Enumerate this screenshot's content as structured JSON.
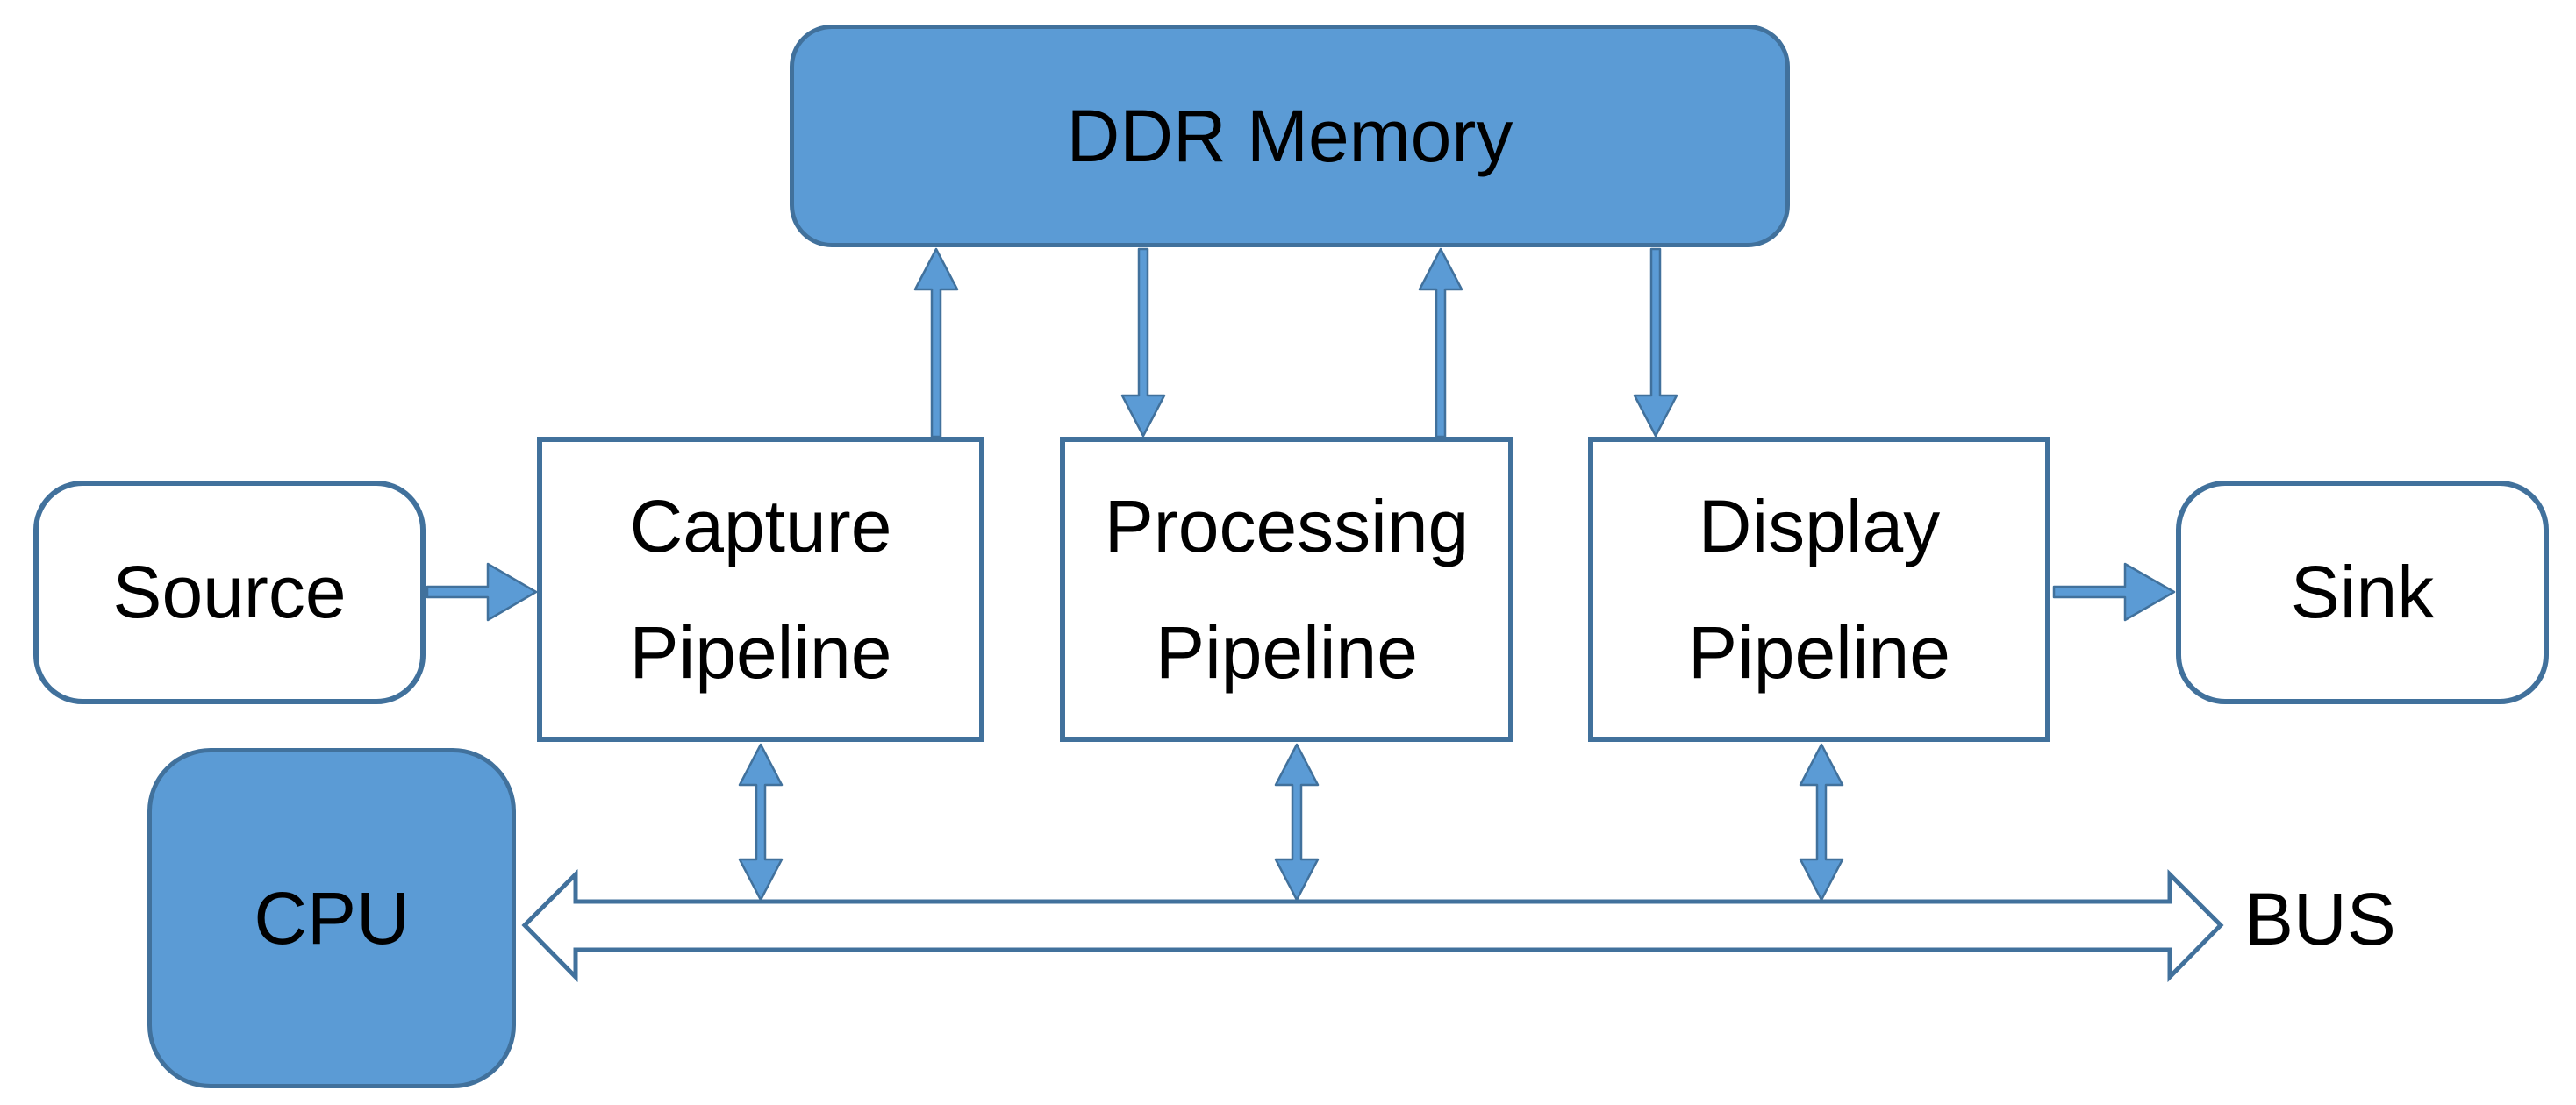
{
  "nodes": {
    "ddr": {
      "label": "DDR Memory"
    },
    "source": {
      "label": "Source"
    },
    "capture": {
      "lines": [
        "Capture",
        "Pipeline"
      ]
    },
    "processing": {
      "lines": [
        "Processing",
        "Pipeline"
      ]
    },
    "display": {
      "lines": [
        "Display",
        "Pipeline"
      ]
    },
    "sink": {
      "label": "Sink"
    },
    "cpu": {
      "label": "CPU"
    }
  },
  "bus": {
    "label": "BUS"
  },
  "connections": [
    {
      "from": "Source",
      "to": "Capture Pipeline",
      "style": "solid-arrow",
      "direction": "one-way"
    },
    {
      "from": "Capture Pipeline",
      "to": "DDR Memory",
      "style": "solid-arrow",
      "direction": "one-way"
    },
    {
      "from": "DDR Memory",
      "to": "Processing Pipeline",
      "style": "solid-arrow",
      "direction": "one-way"
    },
    {
      "from": "Processing Pipeline",
      "to": "DDR Memory",
      "style": "solid-arrow",
      "direction": "one-way"
    },
    {
      "from": "DDR Memory",
      "to": "Display Pipeline",
      "style": "solid-arrow",
      "direction": "one-way"
    },
    {
      "from": "Display Pipeline",
      "to": "Sink",
      "style": "solid-arrow",
      "direction": "one-way"
    },
    {
      "from": "Capture Pipeline",
      "to": "BUS",
      "style": "solid-arrow",
      "direction": "two-way"
    },
    {
      "from": "Processing Pipeline",
      "to": "BUS",
      "style": "solid-arrow",
      "direction": "two-way"
    },
    {
      "from": "Display Pipeline",
      "to": "BUS",
      "style": "solid-arrow",
      "direction": "two-way"
    },
    {
      "from": "BUS",
      "to": "CPU",
      "style": "hollow-arrow",
      "direction": "two-way"
    }
  ],
  "colors": {
    "node-fill": "#5b9bd5",
    "node-stroke": "#41719c",
    "arrow-fill": "#5b9bd5",
    "arrow-stroke": "#41719c",
    "box-white": "#ffffff",
    "text-black": "#000000",
    "background": "#ffffff"
  }
}
